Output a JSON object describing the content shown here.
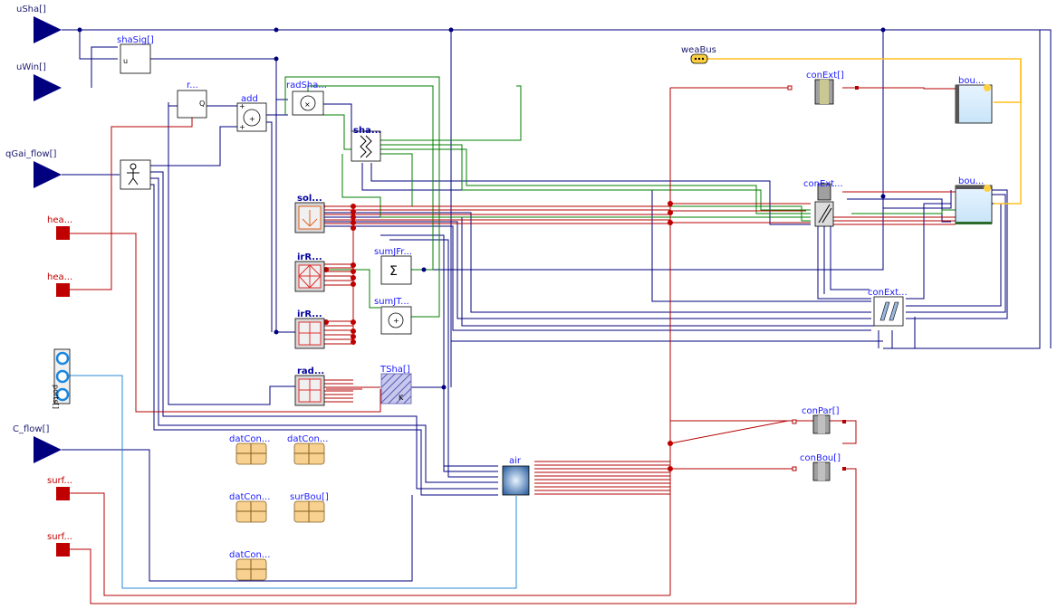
{
  "diagram": {
    "inputs": {
      "uSha": "uSha[]",
      "uWin": "uWin[]",
      "qGai_flow": "qGai_flow[]",
      "C_flow": "C_flow[]"
    },
    "heat_ports": {
      "hea1": "hea...",
      "hea2": "hea...",
      "surf1": "surf...",
      "surf2": "surf..."
    },
    "blocks": {
      "shaSig": "shaSig[]",
      "shaSig_port": "u",
      "r": "r...",
      "r_port": "Q",
      "add": "add",
      "radSha": "radSha...",
      "sha": "sha...",
      "sol": "sol...",
      "irR1": "irR...",
      "irR2": "irR...",
      "rad": "rad...",
      "sumJFr": "sumJFr...",
      "sumJT": "sumJT...",
      "TSha": "TSha[]",
      "TSha_unit": "K",
      "air": "air",
      "weaBus": "weaBus",
      "conExt": "conExt[]",
      "conExtWin": "conExt...",
      "conExtWinFra": "conExt...",
      "bouTop": "bou...",
      "bouMid": "bou...",
      "conPar": "conPar[]",
      "conBou": "conBou[]",
      "ports": "ports[]"
    },
    "records": {
      "datCon1": "datCon...",
      "datCon2": "datCon...",
      "datCon3": "datCon...",
      "surBou": "surBou[]",
      "datCon4": "datCon..."
    },
    "colors": {
      "signal": "#00007f",
      "heat": "#b40000",
      "radiation": "#007f00",
      "weather": "#ffc020",
      "fluid": "#2a8ad6"
    }
  }
}
